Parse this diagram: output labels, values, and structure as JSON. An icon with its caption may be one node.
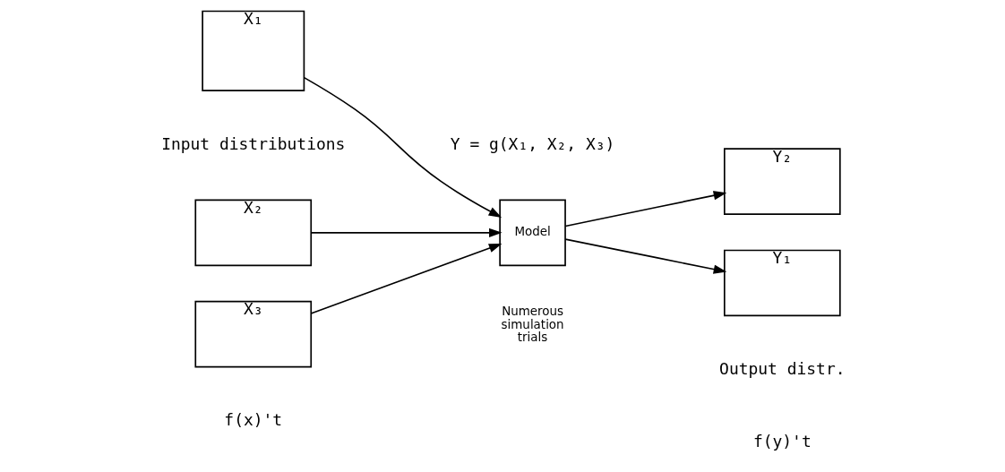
{
  "diagram": {
    "nodes": [
      {
        "text": [
          "X₁"
        ]
      },
      {
        "text": [
          "X₂"
        ]
      },
      {
        "text": [
          "X₃"
        ]
      },
      {
        "text": [
          "Model"
        ],
        "beside": [
          "Numerous simulation trials"
        ]
      },
      {
        "text": [
          "Y₂"
        ]
      },
      {
        "text": [
          "Y₁"
        ]
      }
    ],
    "edges": [
      {
        "from": 1,
        "to": 3,
        "arrow": "to"
      },
      {
        "from": 0,
        "to": 3,
        "arrow": "to"
      },
      {
        "from": 2,
        "to": 3,
        "arrow": "to"
      },
      {
        "from": 3,
        "to": 4,
        "arrow": "to"
      },
      {
        "from": 3,
        "to": 5,
        "arrow": "to"
      }
    ],
    "labels": [
      "Y = g(X₁, X₂, X₃)",
      "Input distributions",
      "f(x)'t",
      "Output distr.",
      "f(y)'t"
    ]
  }
}
